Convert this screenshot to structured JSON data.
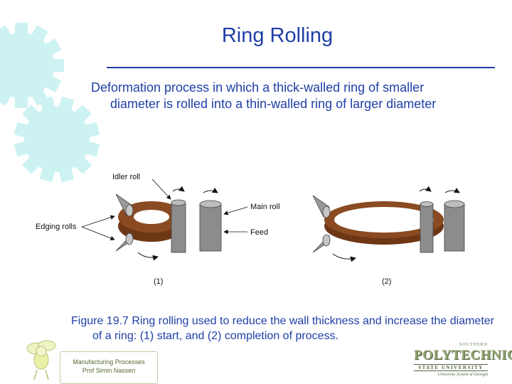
{
  "slide": {
    "title": "Ring Rolling",
    "bullet": "Deformation process in which a thick-walled ring of smaller diameter is rolled into a thin-walled ring of larger diameter",
    "caption": "Figure 19.7 Ring rolling used to reduce the wall thickness and increase the diameter of a ring: (1) start, and (2) completion of process."
  },
  "figure": {
    "labels": {
      "idler_roll": "Idler roll",
      "main_roll": "Main roll",
      "feed": "Feed",
      "edging_rolls": "Edging rolls",
      "stage1": "(1)",
      "stage2": "(2)"
    }
  },
  "footer": {
    "line1": "Manufacturing Processes",
    "line2": "Prof Simin Nasseri"
  },
  "logo": {
    "top": "SOUTHERN",
    "main": "POLYTECHNIC",
    "sub": "STATE UNIVERSITY",
    "tag": "University System of Georgia"
  },
  "colors": {
    "accent": "#1f3fa7",
    "gear": "#ccf2f2",
    "ring": "#8a4a22",
    "roll": "#8c8c8c"
  }
}
